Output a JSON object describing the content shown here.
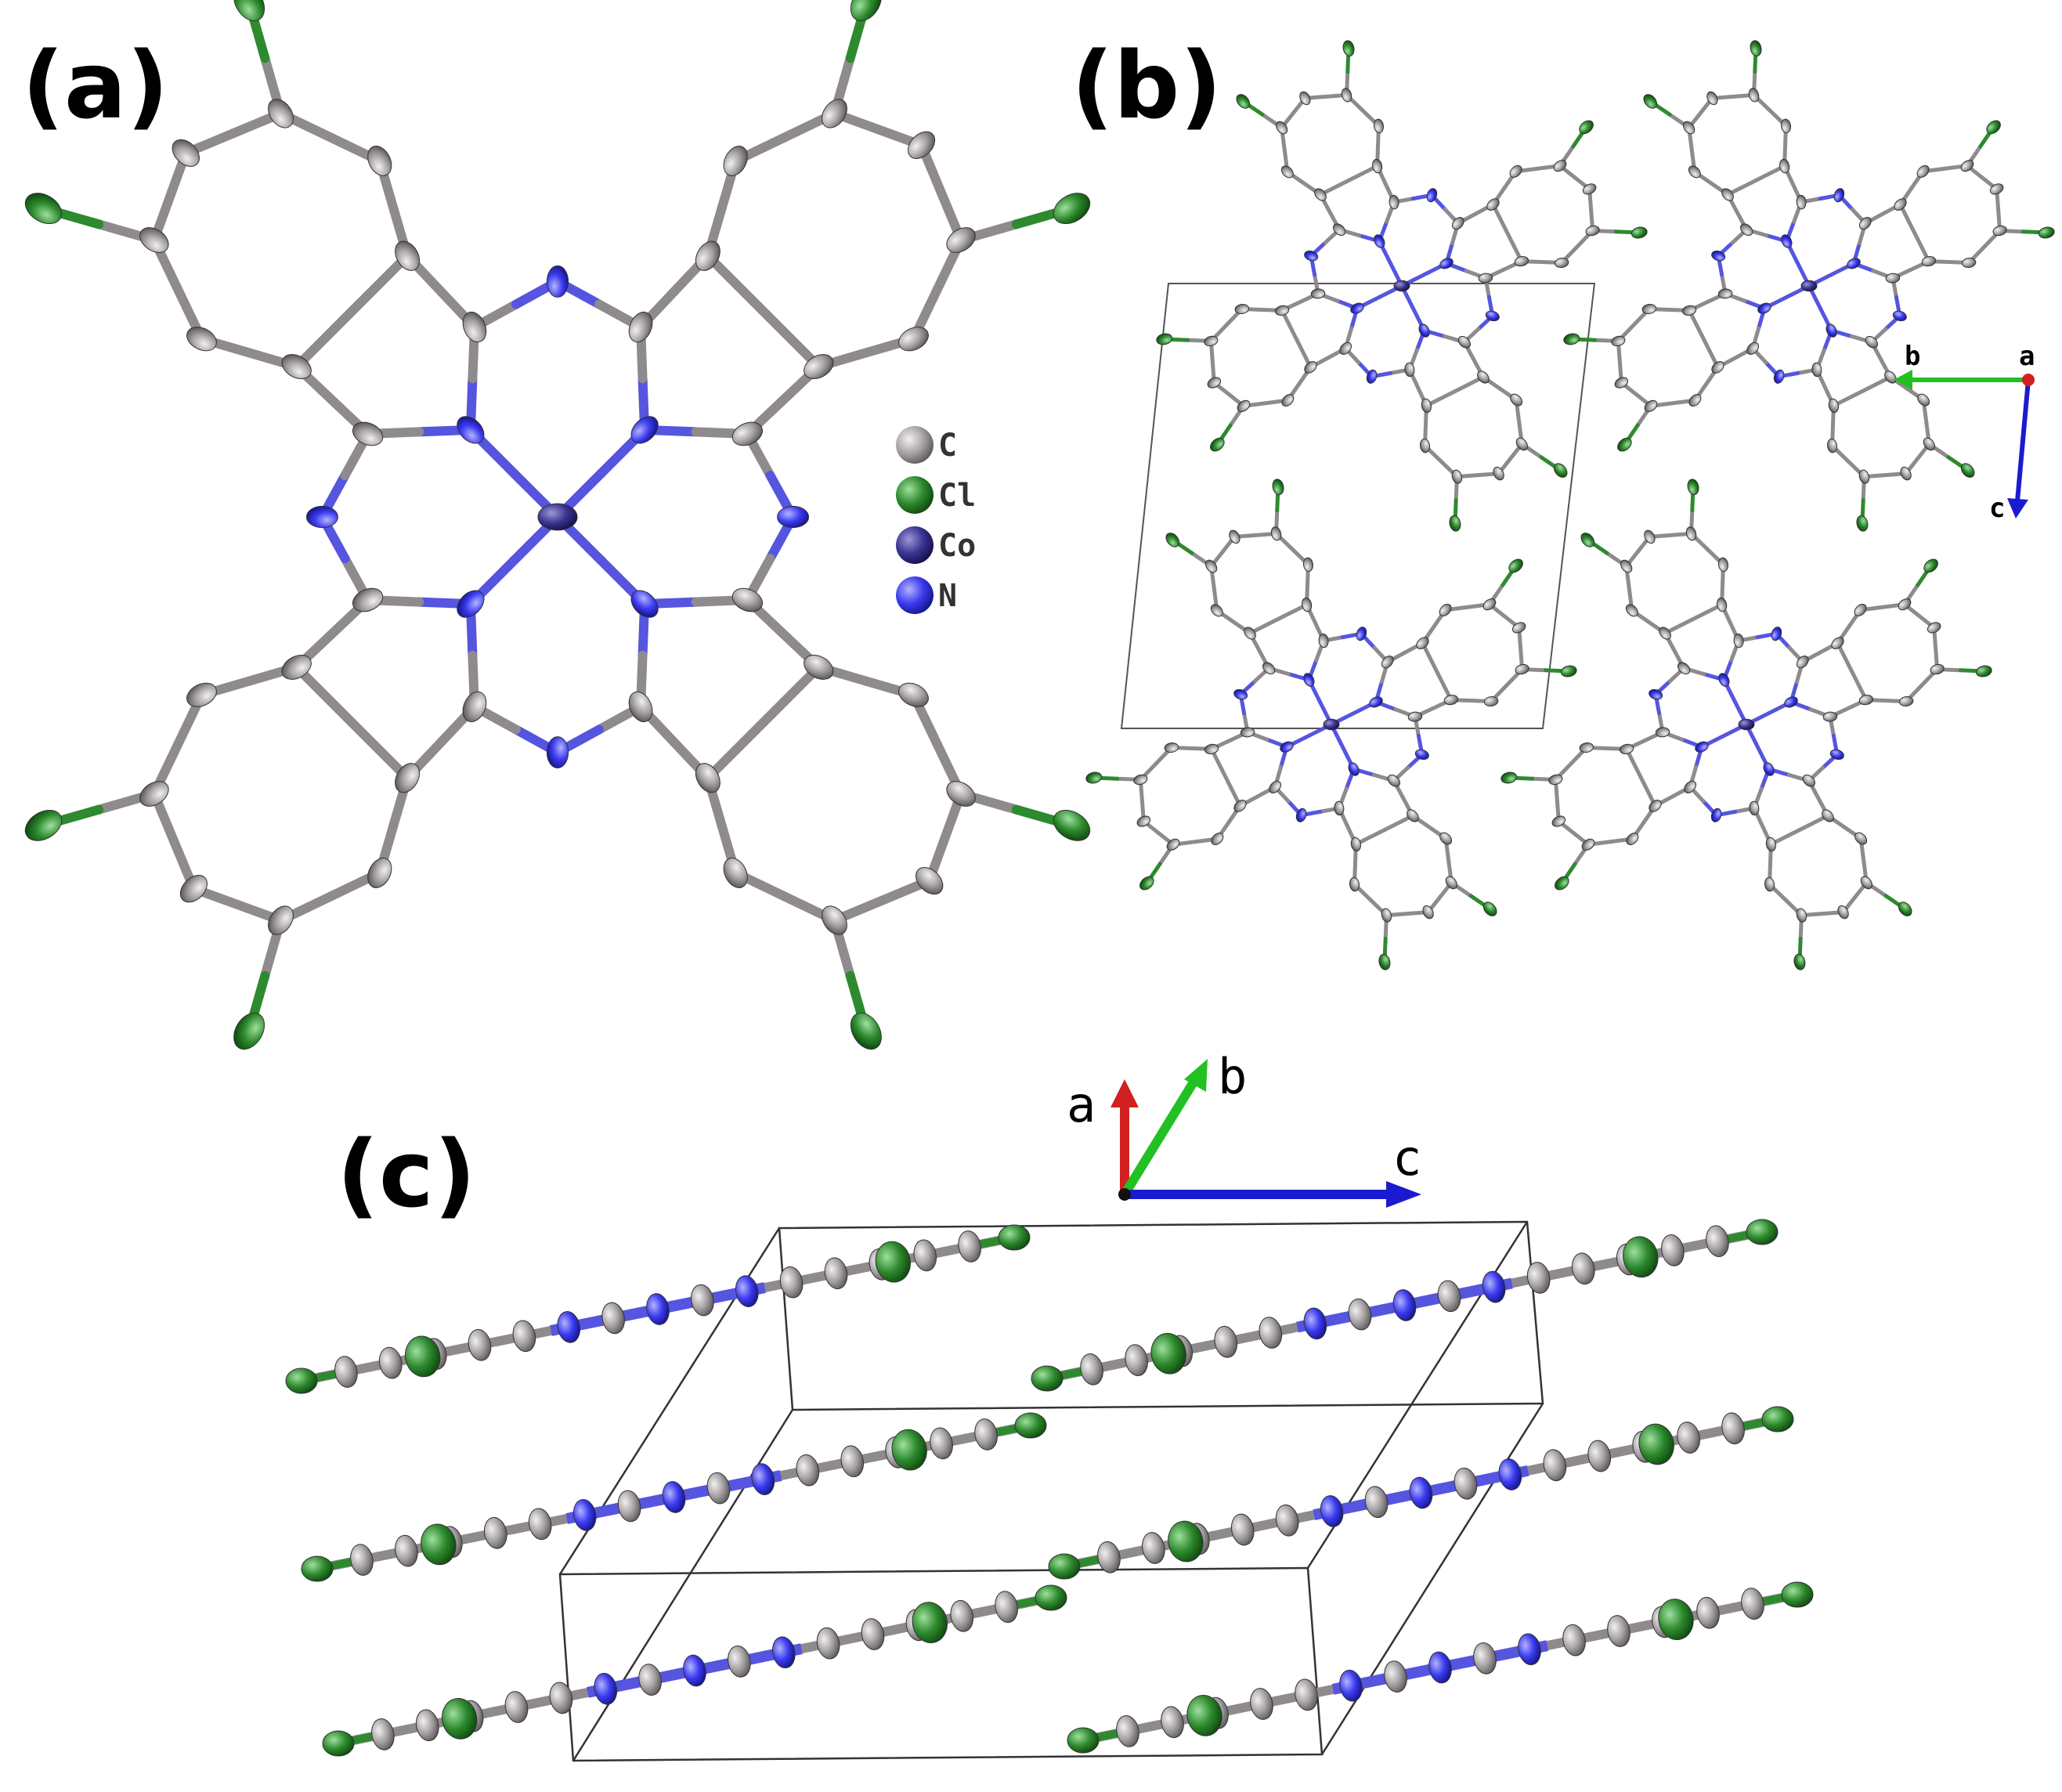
{
  "panels": {
    "a": {
      "label": "(a)"
    },
    "b": {
      "label": "(b)"
    },
    "c": {
      "label": "(c)"
    }
  },
  "legend": [
    {
      "symbol": "C",
      "color": "#a8a3a6"
    },
    {
      "symbol": "Cl",
      "color": "#2e8a2e"
    },
    {
      "symbol": "Co",
      "color": "#3b3490"
    },
    {
      "symbol": "N",
      "color": "#3b3bf0"
    }
  ],
  "axes_b": {
    "b": "b",
    "a": "a",
    "c": "c"
  },
  "axes_c": {
    "a": "a",
    "b": "b",
    "c": "c"
  },
  "colors": {
    "carbon": "#a8a3a6",
    "chlorine": "#2e8a2e",
    "cobalt": "#3b3490",
    "nitrogen": "#3b3bf0",
    "bond_c": "#8f8a8d",
    "bond_n": "#5555e0",
    "bond_cl": "#2e8a2e",
    "axis_red": "#d22020",
    "axis_green": "#22c022",
    "axis_blue": "#1a1ad0",
    "cell": "#333333"
  }
}
